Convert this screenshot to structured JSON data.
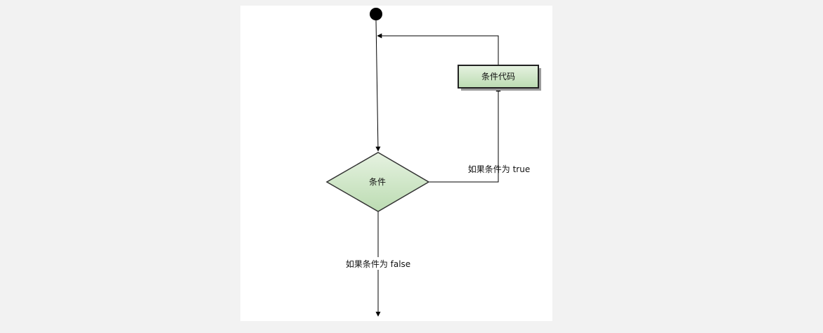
{
  "diagram": {
    "process_box_label": "条件代码",
    "decision_label": "条件",
    "true_edge_label": "如果条件为 true",
    "false_edge_label": "如果条件为 false"
  },
  "colors": {
    "node_fill": "#d5e8d4",
    "node_stroke": "#222222",
    "line": "#000000",
    "canvas": "#ffffff",
    "page_background": "#f2f2f2"
  }
}
